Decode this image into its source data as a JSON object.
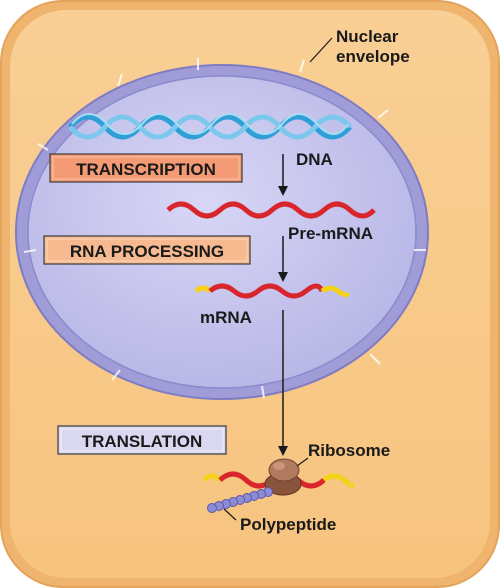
{
  "labels": {
    "nuclear_envelope_line1": "Nuclear",
    "nuclear_envelope_line2": "envelope",
    "dna": "DNA",
    "pre_mrna": "Pre-mRNA",
    "mrna": "mRNA",
    "ribosome": "Ribosome",
    "polypeptide": "Polypeptide"
  },
  "steps": {
    "transcription": "TRANSCRIPTION",
    "rna_processing": "RNA PROCESSING",
    "translation": "TRANSLATION"
  },
  "colors": {
    "cell_fill": "#f9c98a",
    "cell_border": "#e8a860",
    "nucleus_fill": "#c9c8ee",
    "nucleus_border": "#8f8ccf",
    "dna_strand": "#3aa6d8",
    "rna_strand": "#d8262c",
    "cap_tail": "#f5d21a",
    "transcription_box": "#f49a74",
    "rna_processing_box": "#f6b990",
    "translation_box": "#d9d8f0",
    "ribosome": "#a0684e",
    "polypeptide": "#8c8bd6"
  }
}
